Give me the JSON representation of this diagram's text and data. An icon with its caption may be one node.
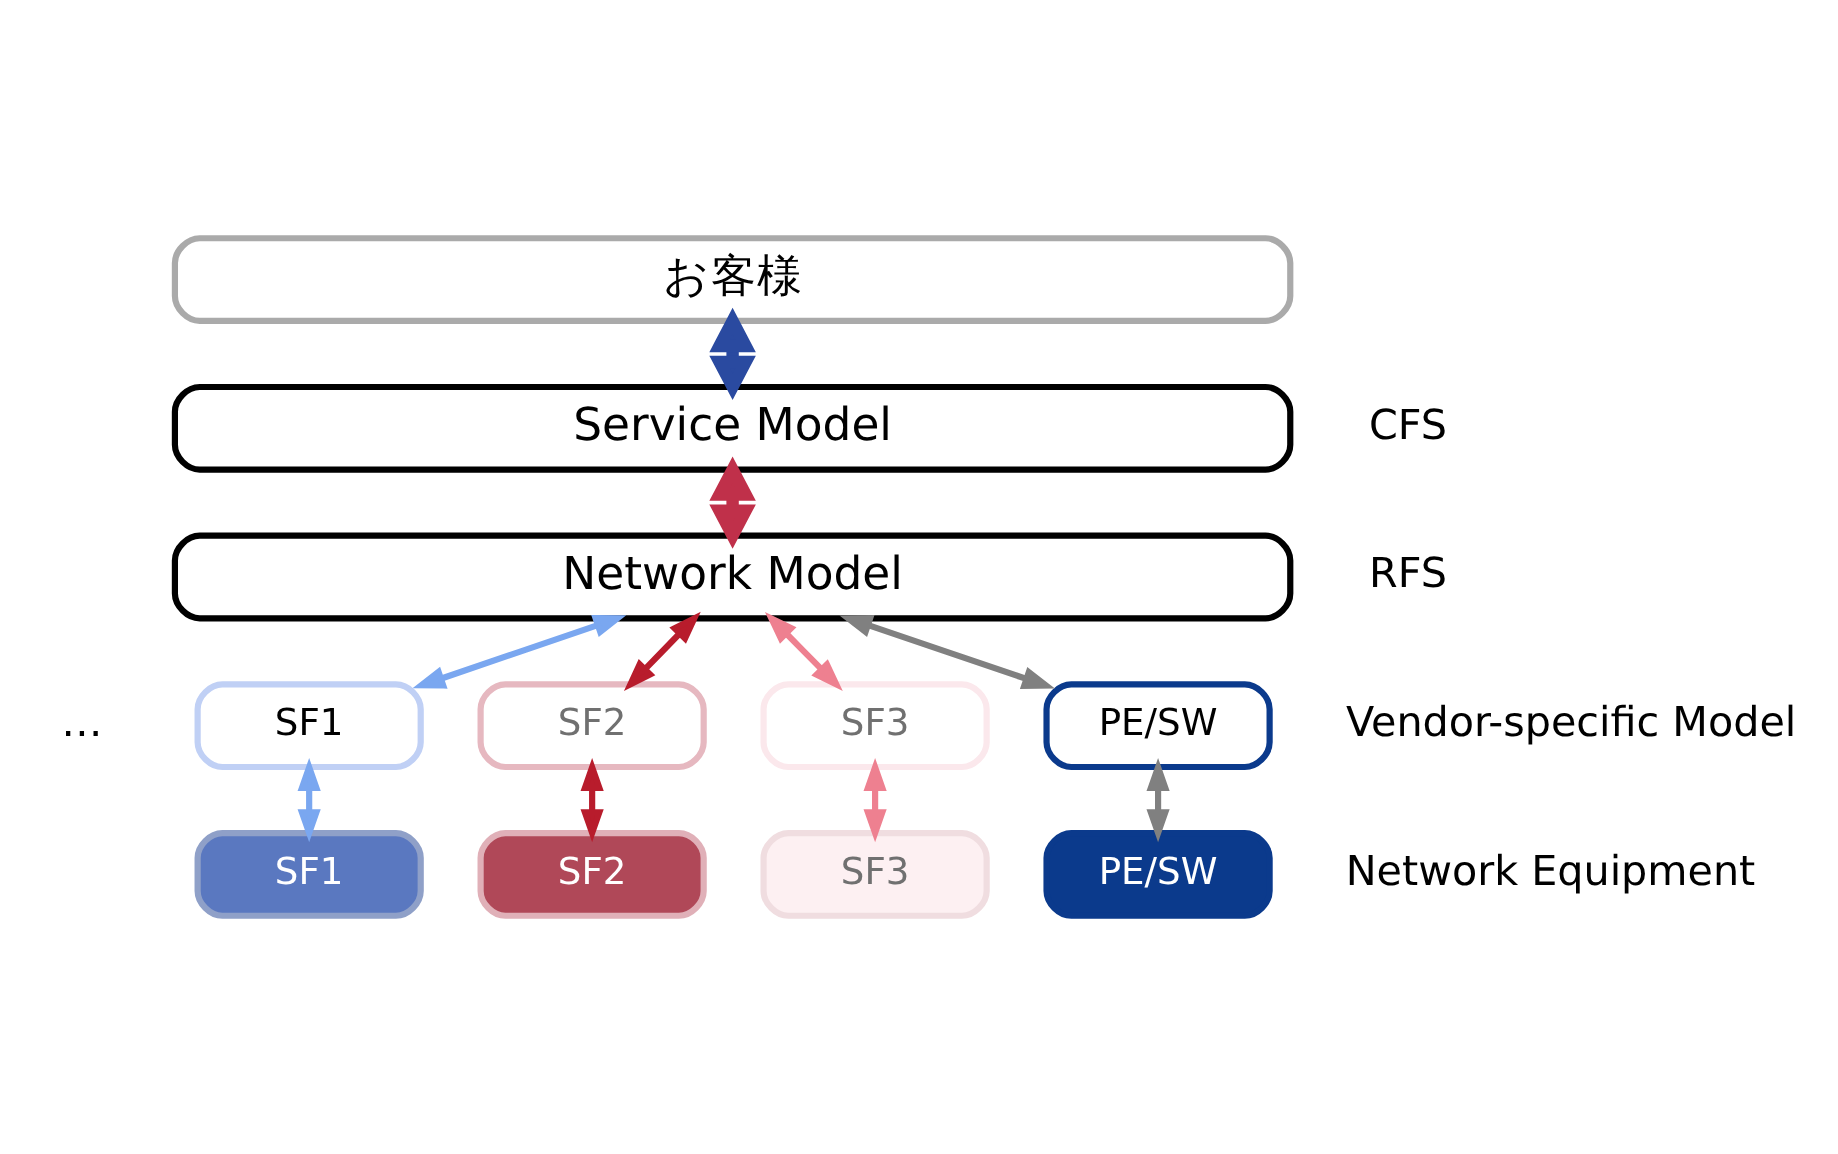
{
  "diagram": {
    "nodes": [
      {
        "text": [
          "お客様"
        ]
      },
      {
        "text": [
          "Service Model"
        ]
      },
      {
        "text": [
          "Network Model"
        ]
      },
      {
        "text": [
          "SF1"
        ]
      },
      {
        "text": [
          "SF2"
        ]
      },
      {
        "text": [
          "SF3"
        ]
      },
      {
        "text": [
          "PE/SW"
        ]
      },
      {
        "text": [
          "SF1"
        ]
      },
      {
        "text": [
          "SF2"
        ]
      },
      {
        "text": [
          "SF3"
        ]
      },
      {
        "text": [
          "PE/SW"
        ]
      }
    ],
    "edges": [
      {
        "from": 0,
        "to": 1,
        "arrow": "both",
        "style": "thick",
        "color": "#2a4aa0"
      },
      {
        "from": 1,
        "to": 2,
        "arrow": "both",
        "style": "thick",
        "color": "#c0304a"
      },
      {
        "from": 2,
        "to": 3,
        "arrow": "both",
        "color": "#7aa7f0"
      },
      {
        "from": 2,
        "to": 4,
        "arrow": "both",
        "color": "#b81c2c"
      },
      {
        "from": 2,
        "to": 5,
        "arrow": "both",
        "color": "#ee8090"
      },
      {
        "from": 2,
        "to": 6,
        "arrow": "both",
        "color": "#808080"
      },
      {
        "from": 3,
        "to": 7,
        "arrow": "both",
        "color": "#7aa7f0"
      },
      {
        "from": 4,
        "to": 8,
        "arrow": "both",
        "color": "#b81c2c"
      },
      {
        "from": 5,
        "to": 9,
        "arrow": "both",
        "color": "#ee8090"
      },
      {
        "from": 6,
        "to": 10,
        "arrow": "both",
        "color": "#808080"
      }
    ],
    "labels": [
      "CFS",
      "RFS",
      "…",
      "Vendor-specific Model",
      "Network Equipment"
    ]
  }
}
